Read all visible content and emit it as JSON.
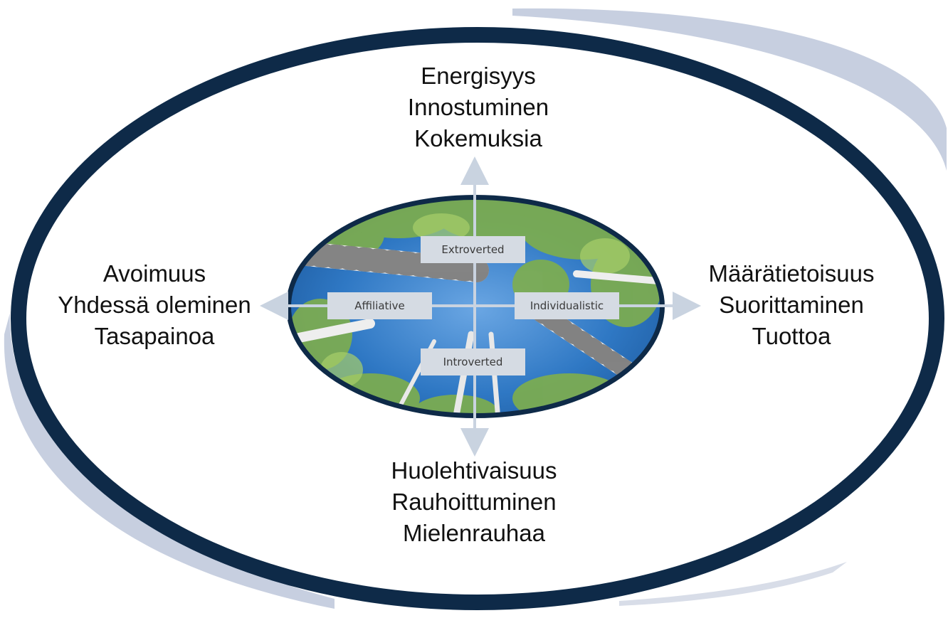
{
  "quadrants": {
    "top": [
      "Energisyys",
      "Innostuminen",
      "Kokemuksia"
    ],
    "left": [
      "Avoimuus",
      "Yhdessä oleminen",
      "Tasapainoa"
    ],
    "right": [
      "Määrätietoisuus",
      "Suorittaminen",
      "Tuottoa"
    ],
    "bottom": [
      "Huolehtivaisuus",
      "Rauhoittuminen",
      "Mielenrauhaa"
    ]
  },
  "axis_labels": {
    "top": "Extroverted",
    "left": "Affiliative",
    "right": "Individualistic",
    "bottom": "Introverted"
  },
  "colors": {
    "outer_ring": "#0e2a48",
    "swoosh": "#c7cfe0",
    "label_box": "#d5dbe3",
    "arrow": "#c9d3e0",
    "sky": "#2f78c4",
    "foliage": "#7fae4c"
  },
  "center_image": "birch-trees-sky-photo"
}
